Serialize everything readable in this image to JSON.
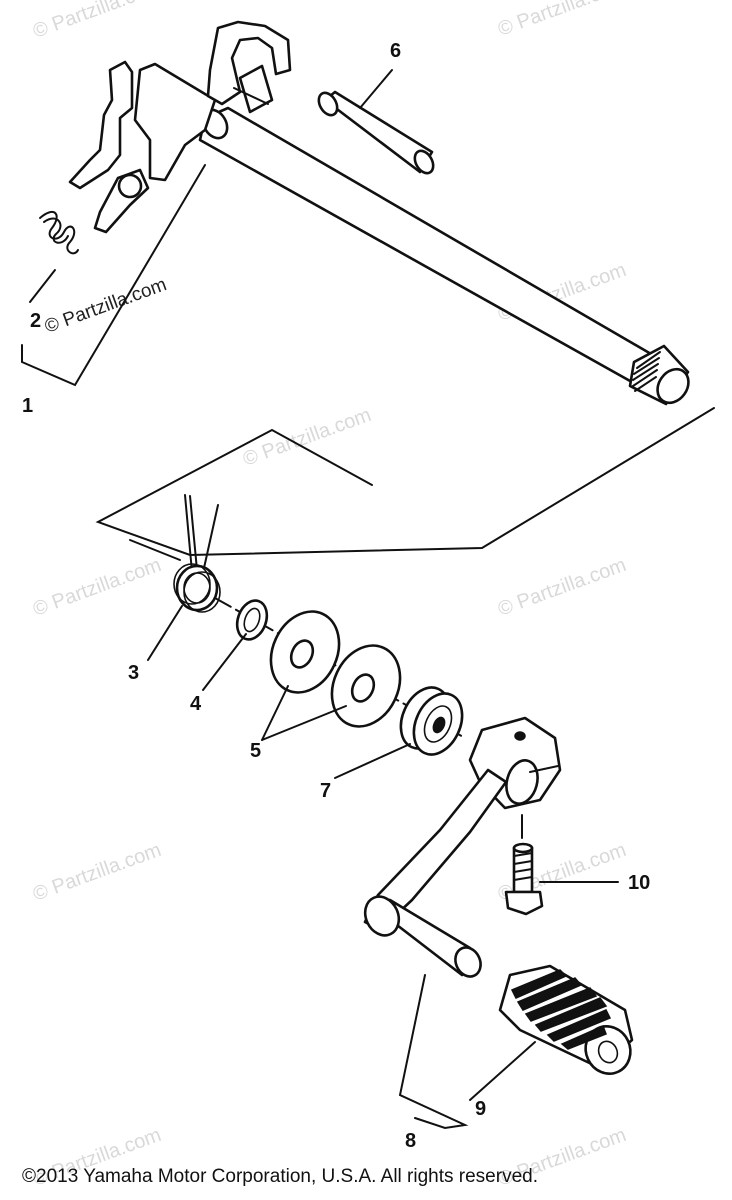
{
  "watermarks": [
    "© Partzilla.com",
    "© Partzilla.com",
    "© Partzilla.com",
    "© Partzilla.com",
    "© Partzilla.com",
    "© Partzilla.com",
    "© Partzilla.com",
    "© Partzilla.com",
    "© Partzilla.com",
    "© Partzilla.com",
    "© Partzilla.com"
  ],
  "callouts": {
    "c1": "1",
    "c2": "2",
    "c3": "3",
    "c4": "4",
    "c5": "5",
    "c6": "6",
    "c7": "7",
    "c8": "8",
    "c9": "9",
    "c10": "10"
  },
  "copyright": "©2013 Yamaha Motor Corporation, U.S.A. All rights reserved."
}
